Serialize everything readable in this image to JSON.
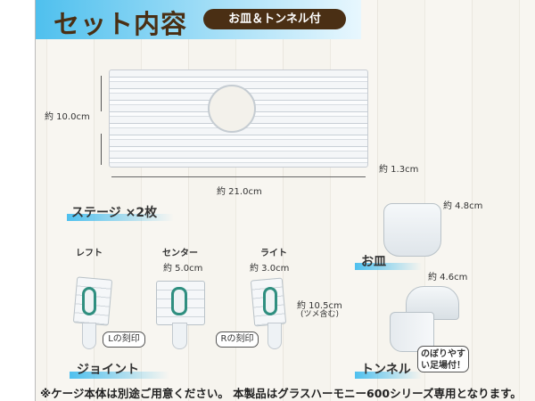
{
  "header": {
    "title": "セット内容",
    "badge": "お皿＆トンネル付"
  },
  "stage": {
    "height": "約 10.0cm",
    "width": "約 21.0cm",
    "thickness": "約 1.3cm",
    "label": "ステージ ×2枚"
  },
  "dish": {
    "size": "約 4.8cm",
    "label": "お皿"
  },
  "joint": {
    "left": "レフト",
    "center": "センター",
    "right": "ライト",
    "center_width": "約 5.0cm",
    "right_width": "約 3.0cm",
    "length": "約 10.5cm",
    "length_note": "(ツメ含む)",
    "left_mark": "Lの刻印",
    "right_mark": "Rの刻印",
    "label": "ジョイント"
  },
  "tunnel": {
    "size": "約 4.6cm",
    "label": "トンネル",
    "callout": "のぼりやすい足場付！"
  },
  "footer": "※ケージ本体は別途ご用意ください。 本製品はグラスハーモニー600シリーズ専用となります。"
}
